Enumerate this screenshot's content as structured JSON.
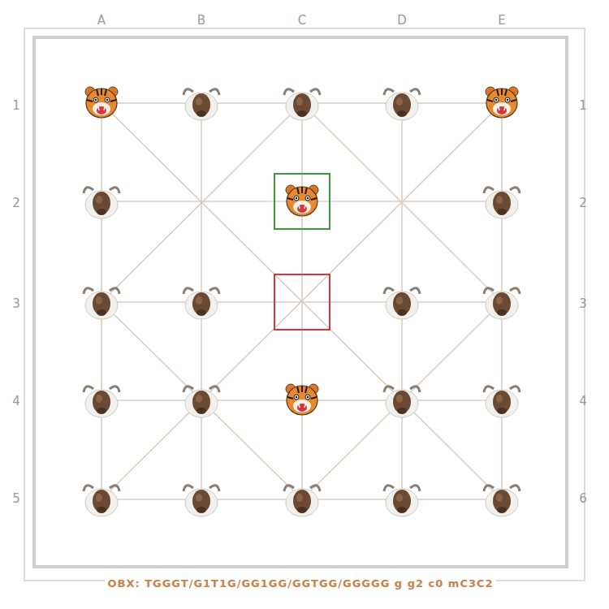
{
  "diagram": {
    "labels": [
      "A",
      "B",
      "C",
      "D",
      "E",
      "1",
      "2",
      "3",
      "4",
      "5",
      "1",
      "2",
      "3",
      "4",
      "6",
      "OBX: TGGGT/G1T1G/GG1GG/GGTGG/GGGGG g g2 c0 mC3C2"
    ]
  }
}
